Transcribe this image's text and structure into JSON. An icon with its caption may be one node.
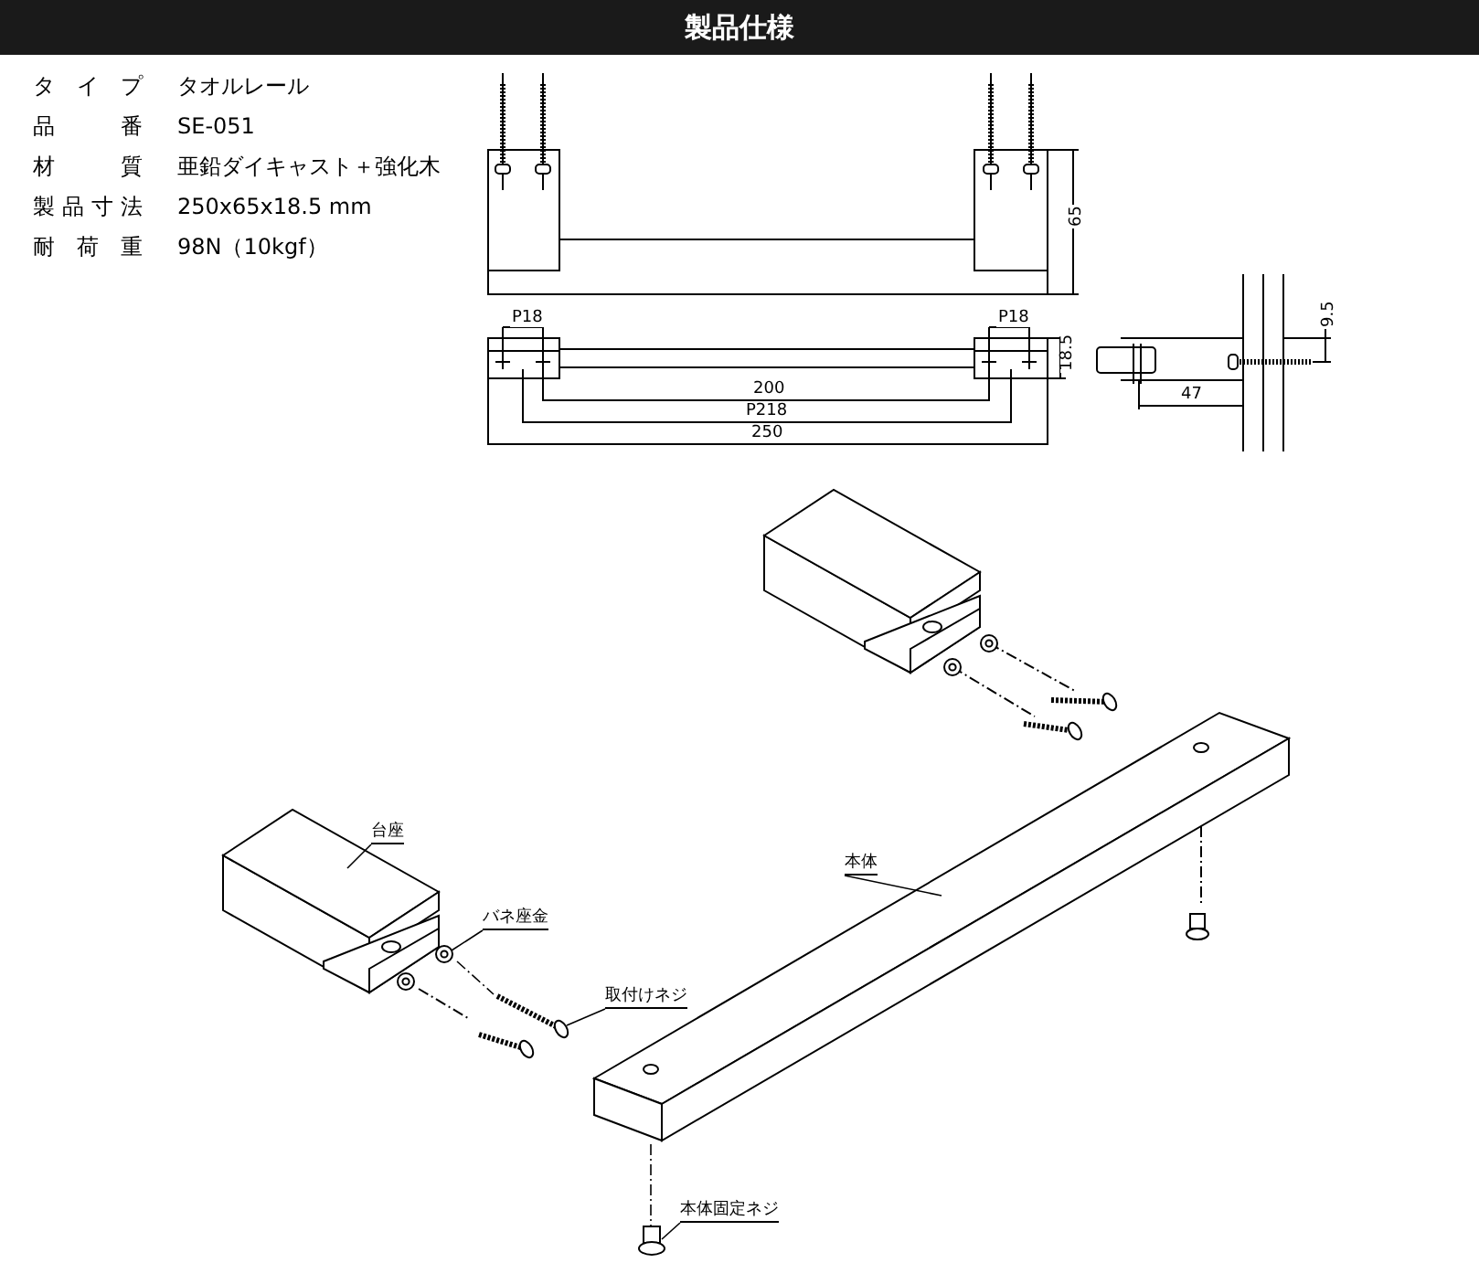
{
  "diagram": {
    "title": "製品仕様",
    "nodes": [
      {
        "text": [
          "台座"
        ]
      },
      {
        "text": [],
        "shape": "picture"
      },
      {
        "text": [
          "バネ座金"
        ]
      },
      {
        "text": [],
        "shape": "picture"
      },
      {
        "text": [
          "取付けネジ"
        ]
      },
      {
        "text": [],
        "shape": "picture"
      },
      {
        "text": [
          "本体"
        ]
      },
      {
        "text": [],
        "shape": "picture"
      },
      {
        "text": [
          "本体固定ネジ"
        ]
      },
      {
        "text": [],
        "shape": "picture"
      }
    ],
    "edges": [
      {
        "from": 0,
        "to": 1,
        "arrow": "none"
      },
      {
        "from": 2,
        "to": 3,
        "arrow": "none"
      },
      {
        "from": 4,
        "to": 5,
        "arrow": "none"
      },
      {
        "from": 6,
        "to": 7,
        "arrow": "none"
      },
      {
        "from": 8,
        "to": 9,
        "arrow": "none"
      },
      {
        "from": 3,
        "to": 5,
        "arrow": "none",
        "style": "dashed"
      },
      {
        "from": 7,
        "to": 9,
        "arrow": "none",
        "style": "dashed"
      }
    ],
    "labels": [
      "タイプ",
      "タオルレール",
      "品番",
      "SE-051",
      "材質",
      "亜鉛ダイキャスト＋強化木",
      "製品寸法",
      "250x65x18.5 mm",
      "耐荷重",
      "98N（10kgf）",
      "65",
      "P18",
      "P18",
      "18.5",
      "200",
      "P218",
      "250",
      "9.5",
      "47"
    ]
  }
}
